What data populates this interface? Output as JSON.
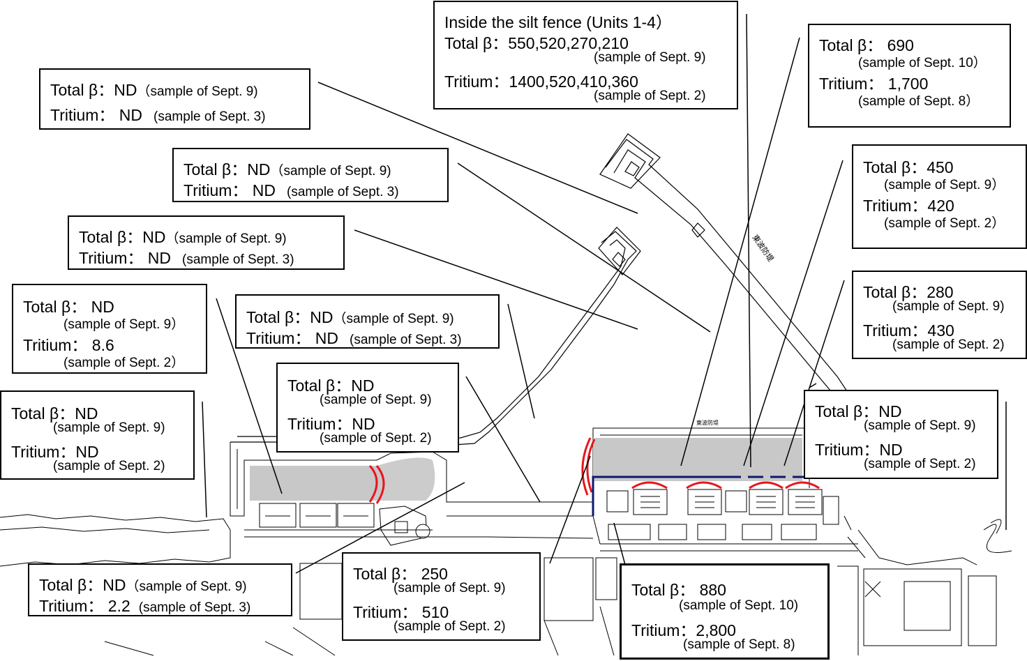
{
  "colors": {
    "pool": "#c8c8c8",
    "silt_fence": "#e8151b",
    "sea_wall": "#0d1a6e",
    "line": "#000000"
  },
  "map_labels": {
    "jetty_left": "東波防堤",
    "jetty_right": "東波防堤"
  },
  "boxes": {
    "silt": {
      "title": "Inside the silt fence (Units 1-4）",
      "beta": "Total β：550,520,270,210",
      "beta_date": "(sample of Sept. 9)",
      "tritium": "Tritium：1400,520,410,360",
      "tritium_date": "(sample of Sept. 2)"
    },
    "b1": {
      "beta": "Total β：ND",
      "beta_date": "（sample of Sept. 9)",
      "tritium": "Tritium： ND",
      "tritium_date": "(sample of Sept. 3)"
    },
    "b2": {
      "beta": "Total β：ND",
      "beta_date": "（sample of Sept. 9)",
      "tritium": "Tritium： ND",
      "tritium_date": "(sample of Sept. 3)"
    },
    "b3": {
      "beta": "Total β：ND",
      "beta_date": "（sample of Sept. 9)",
      "tritium": "Tritium： ND",
      "tritium_date": "(sample of Sept. 3)"
    },
    "b4": {
      "beta": "Total β： ND",
      "beta_date": "(sample of Sept. 9）",
      "tritium": "Tritium： 8.6",
      "tritium_date": "(sample of Sept. 2）"
    },
    "b5": {
      "beta": "Total β：ND",
      "beta_date": "（sample of Sept. 9)",
      "tritium": "Tritium： ND",
      "tritium_date": "(sample of Sept. 3)"
    },
    "b6": {
      "beta": "Total β：ND",
      "beta_date": "(sample of Sept. 9)",
      "tritium": "Tritium：ND",
      "tritium_date": "(sample of Sept. 2)"
    },
    "b7": {
      "beta": "Total β：ND",
      "beta_date": "(sample of Sept. 9)",
      "tritium": "Tritium：ND",
      "tritium_date": "(sample of Sept. 2)"
    },
    "b8": {
      "beta": "Total β：ND",
      "beta_date": "（sample of Sept. 9)",
      "tritium": "Tritium： 2.2",
      "tritium_date": "(sample of Sept. 3)"
    },
    "b9": {
      "beta": "Total β： 250",
      "beta_date": "(sample of Sept. 9)",
      "tritium": "Tritium： 510",
      "tritium_date": "(sample of Sept. 2)"
    },
    "r1": {
      "beta": "Total β：  690",
      "beta_date": "(sample of Sept. 10）",
      "tritium": "Tritium： 1,700",
      "tritium_date": "(sample of Sept. 8）"
    },
    "r2": {
      "beta": "Total β：450",
      "beta_date": "(sample of Sept. 9）",
      "tritium": "Tritium：420",
      "tritium_date": "(sample of Sept. 2）"
    },
    "r3": {
      "beta": "Total β：280",
      "beta_date": "(sample of Sept. 9)",
      "tritium": "Tritium：430",
      "tritium_date": "(sample of Sept. 2)"
    },
    "r4": {
      "beta": "Total β：ND",
      "beta_date": "(sample of Sept. 9)",
      "tritium": "Tritium：ND",
      "tritium_date": "(sample of Sept. 2)"
    },
    "r5": {
      "beta": "Total β： 880",
      "beta_date": "(sample of Sept. 10)",
      "tritium": "Tritium：2,800",
      "tritium_date": "(sample of Sept. 8)"
    }
  }
}
